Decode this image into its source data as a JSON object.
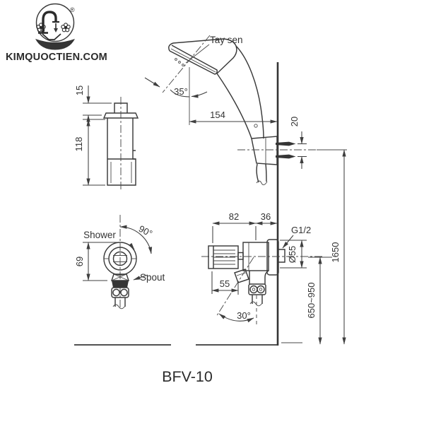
{
  "logo": {
    "brand_site": "KIMQUOCTIEN.COM",
    "registered_mark": "®",
    "icon": "faucet-flowers-basin-logo"
  },
  "diagram": {
    "model_code": "BFV-10",
    "handshower_label": "Tay sen",
    "handshower_view": {
      "tilt_angle": "35°",
      "reach_dim": "154",
      "bracket_pitch_dim": "20"
    },
    "cartridge_view": {
      "top_dim": "15",
      "body_dim": "118"
    },
    "front_view": {
      "shower_label": "Shower",
      "spout_label": "Spout",
      "rotation_angle": "90°",
      "height_dim": "69"
    },
    "side_view": {
      "handle_dim": "82",
      "wall_dim": "36",
      "thread_label": "G1/2",
      "flange_dia_dim": "Ø55",
      "spout_dim": "55",
      "spout_angle": "30°"
    },
    "install": {
      "shower_height_range": "650~950",
      "hose_height": "1650"
    }
  }
}
